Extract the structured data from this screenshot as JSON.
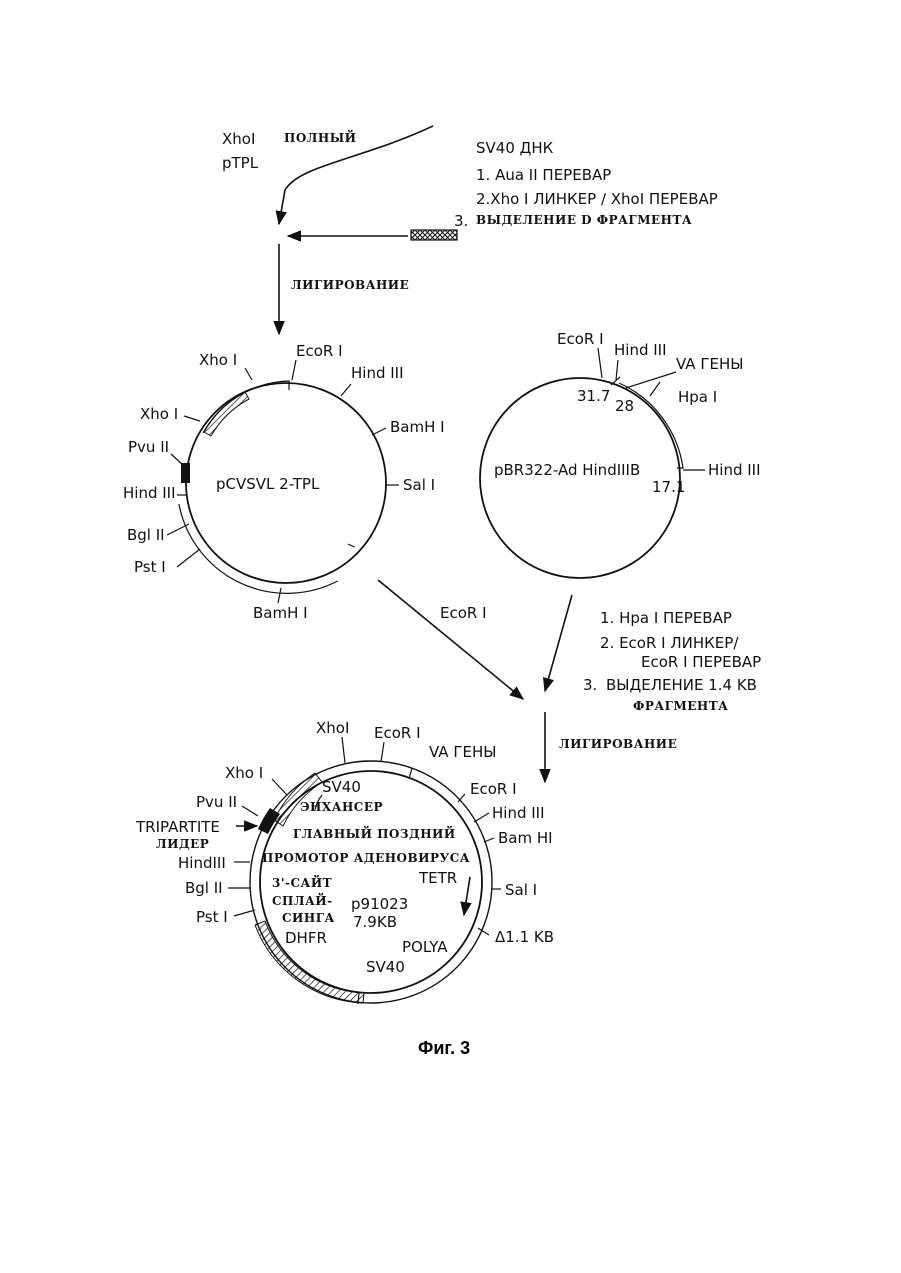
{
  "top": {
    "xhoi_ptpl": [
      "XhoI",
      "pTPL"
    ],
    "polny": "ПОЛНЫЙ",
    "sv40_dna": "SV40 ДНК",
    "step1": "1. Aua II ПЕРЕВАР",
    "step2": "2.Xho I ЛИНКЕР / XhoI ПЕРЕВАР",
    "step3_num": "3.",
    "step3_text": "ВЫДЕЛЕНИЕ D ФРАГМЕНТА",
    "ligation": "ЛИГИРОВАНИЕ"
  },
  "plasmid1": {
    "name": "pCVSVL 2-TPL",
    "sites": [
      "Xho I",
      "EcoR I",
      "Hind III",
      "BamH I",
      "Sal I",
      "Xho I",
      "Pvu II",
      "Hind III",
      "Bgl II",
      "Pst I",
      "BamH I"
    ]
  },
  "plasmid2": {
    "name": "pBR322-Ad HindIIIB",
    "sites": [
      "EcoR I",
      "Hind III",
      "VA ГЕНЫ",
      "Hpa I",
      "Hind III"
    ],
    "numbers": [
      "31.7",
      "28",
      "17.1"
    ]
  },
  "middle": {
    "ecori": "EcoR I",
    "step1": "1. Hpa I ПЕРЕВАР",
    "step2a": "2. EcoR I ЛИНКЕР/",
    "step2b": "EcoR I ПЕРЕВАР",
    "step3_num": "3.",
    "step3_text": "ВЫДЕЛЕНИЕ 1.4 KB",
    "step3_text2": "ФРАГМЕНТА",
    "ligation": "ЛИГИРОВАНИЕ"
  },
  "plasmid3": {
    "name": "p91023",
    "size": "7.9KB",
    "sites": [
      "XhoI",
      "EcoR I",
      "VA ГЕНЫ",
      "Xho I",
      "EcoR I",
      "Hind III",
      "Pvu II",
      "Bam HI",
      "HindIII",
      "Sal I",
      "Bgl II",
      "Pst I",
      "Δ1.1 KB"
    ],
    "tripartite": [
      "TRIPARTITE",
      "ЛИДЕР"
    ],
    "inner": [
      "SV40",
      "ЭНХАНСЕР",
      "ГЛАВНЫЙ ПОЗДНИЙ",
      "ПРОМОТОР АДЕНОВИРУСА",
      "3'-САЙТ",
      "СПЛАЙ-",
      "СИНГА",
      "DHFR",
      "TETR",
      "POLYA",
      "SV40"
    ]
  },
  "caption": "Фиг. 3"
}
